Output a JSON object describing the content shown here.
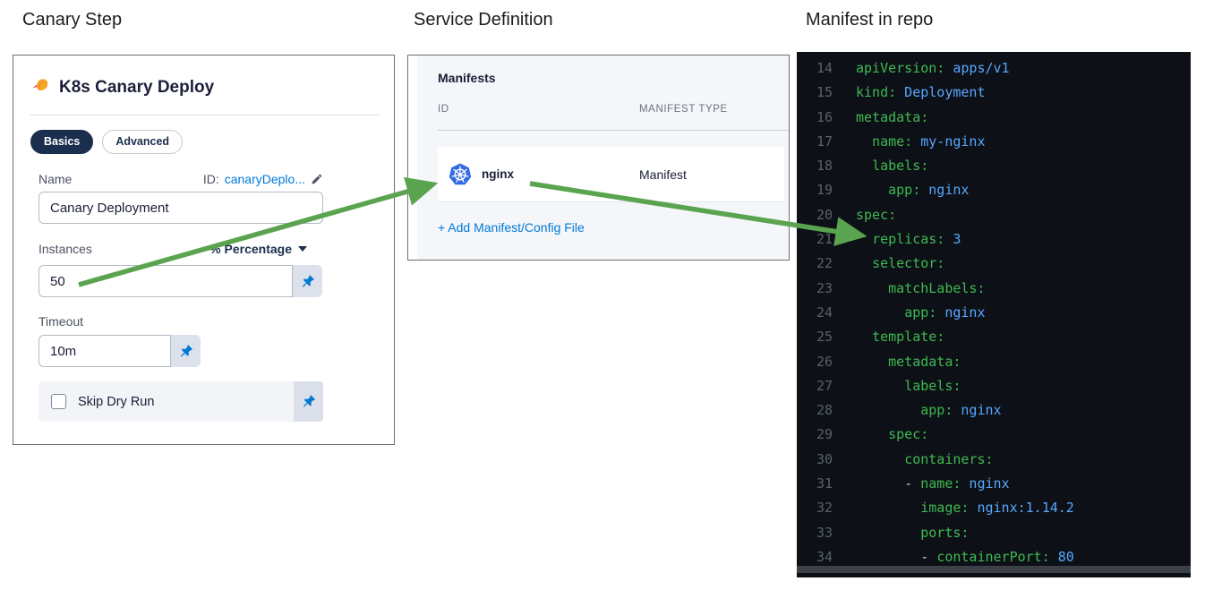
{
  "titles": {
    "canary_step": "Canary Step",
    "service_definition": "Service Definition",
    "manifest_in_repo": "Manifest in repo"
  },
  "canary": {
    "header": "K8s Canary Deploy",
    "tabs": [
      "Basics",
      "Advanced"
    ],
    "name_label": "Name",
    "id_label": "ID:",
    "id_value": "canaryDeplo...",
    "name_value": "Canary Deployment",
    "instances_label": "Instances",
    "instances_unit": "% Percentage",
    "instances_value": "50",
    "timeout_label": "Timeout",
    "timeout_value": "10m",
    "skip_dry_run_label": "Skip Dry Run",
    "skip_dry_run_checked": false
  },
  "service": {
    "heading": "Manifests",
    "columns": {
      "id": "ID",
      "type": "MANIFEST TYPE"
    },
    "row": {
      "id": "nginx",
      "type": "Manifest"
    },
    "add_link": "+ Add Manifest/Config File"
  },
  "code": {
    "lines": [
      {
        "num": 14,
        "indent": 0,
        "dash": false,
        "key": "apiVersion:",
        "value": "apps/v1"
      },
      {
        "num": 15,
        "indent": 0,
        "dash": false,
        "key": "kind:",
        "value": "Deployment"
      },
      {
        "num": 16,
        "indent": 0,
        "dash": false,
        "key": "metadata:",
        "value": ""
      },
      {
        "num": 17,
        "indent": 2,
        "dash": false,
        "key": "name:",
        "value": "my-nginx"
      },
      {
        "num": 18,
        "indent": 2,
        "dash": false,
        "key": "labels:",
        "value": ""
      },
      {
        "num": 19,
        "indent": 4,
        "dash": false,
        "key": "app:",
        "value": "nginx"
      },
      {
        "num": 20,
        "indent": 0,
        "dash": false,
        "key": "spec:",
        "value": ""
      },
      {
        "num": 21,
        "indent": 2,
        "dash": false,
        "key": "replicas:",
        "value": "3"
      },
      {
        "num": 22,
        "indent": 2,
        "dash": false,
        "key": "selector:",
        "value": ""
      },
      {
        "num": 23,
        "indent": 4,
        "dash": false,
        "key": "matchLabels:",
        "value": ""
      },
      {
        "num": 24,
        "indent": 6,
        "dash": false,
        "key": "app:",
        "value": "nginx"
      },
      {
        "num": 25,
        "indent": 2,
        "dash": false,
        "key": "template:",
        "value": ""
      },
      {
        "num": 26,
        "indent": 4,
        "dash": false,
        "key": "metadata:",
        "value": ""
      },
      {
        "num": 27,
        "indent": 6,
        "dash": false,
        "key": "labels:",
        "value": ""
      },
      {
        "num": 28,
        "indent": 8,
        "dash": false,
        "key": "app:",
        "value": "nginx"
      },
      {
        "num": 29,
        "indent": 4,
        "dash": false,
        "key": "spec:",
        "value": ""
      },
      {
        "num": 30,
        "indent": 6,
        "dash": false,
        "key": "containers:",
        "value": ""
      },
      {
        "num": 31,
        "indent": 6,
        "dash": true,
        "key": "name:",
        "value": "nginx"
      },
      {
        "num": 32,
        "indent": 8,
        "dash": false,
        "key": "image:",
        "value": "nginx:1.14.2"
      },
      {
        "num": 33,
        "indent": 8,
        "dash": false,
        "key": "ports:",
        "value": ""
      },
      {
        "num": 34,
        "indent": 8,
        "dash": true,
        "key": "containerPort:",
        "value": "80"
      }
    ]
  },
  "colors": {
    "accent_blue": "#0278d5",
    "pill_navy": "#1b2e4d",
    "arrow_green": "#5aa450",
    "code_bg": "#0d1117",
    "code_key_green": "#3fb950",
    "code_value_blue": "#58a6ff",
    "code_line_number_gray": "#59616b",
    "kubernetes_blue": "#326ce5"
  }
}
